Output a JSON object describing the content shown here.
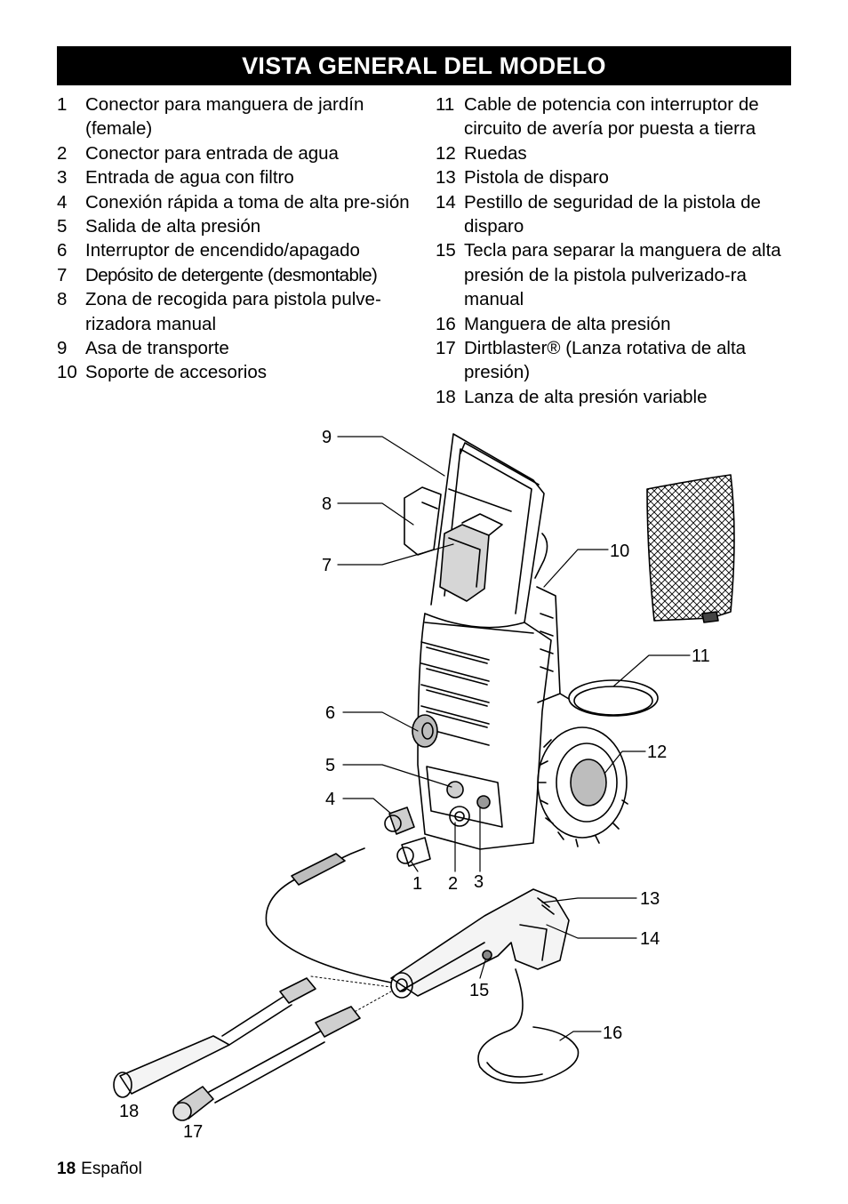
{
  "title": "VISTA GENERAL DEL MODELO",
  "items_left": [
    {
      "num": "1",
      "text": "Conector para manguera de jardín (female)"
    },
    {
      "num": "2",
      "text": "Conector para entrada de agua"
    },
    {
      "num": "3",
      "text": "Entrada de agua con filtro"
    },
    {
      "num": "4",
      "text": "Conexión rápida a toma de alta pre-sión"
    },
    {
      "num": "5",
      "text": "Salida de alta presión"
    },
    {
      "num": "6",
      "text": "Interruptor de encendido/apagado"
    },
    {
      "num": "7",
      "text": "Depósito de detergente (desmontable)"
    },
    {
      "num": "8",
      "text": "Zona de recogida para pistola pulve-rizadora manual"
    },
    {
      "num": "9",
      "text": "Asa de transporte"
    },
    {
      "num": "10",
      "text": "Soporte de accesorios"
    }
  ],
  "items_right": [
    {
      "num": "11",
      "text": "Cable de potencia con interruptor de circuito de avería por puesta a tierra"
    },
    {
      "num": "12",
      "text": "Ruedas"
    },
    {
      "num": "13",
      "text": "Pistola de disparo"
    },
    {
      "num": "14",
      "text": "Pestillo de seguridad de la pistola de disparo"
    },
    {
      "num": "15",
      "text": "Tecla para separar la manguera de alta presión de la pistola pulverizado-ra manual"
    },
    {
      "num": "16",
      "text": "Manguera de alta presión"
    },
    {
      "num": "17",
      "text": "Dirtblaster® (Lanza rotativa de alta presión)"
    },
    {
      "num": "18",
      "text": "Lanza de alta presión variable"
    }
  ],
  "callouts": [
    "1",
    "2",
    "3",
    "4",
    "5",
    "6",
    "7",
    "8",
    "9",
    "10",
    "11",
    "12",
    "13",
    "14",
    "15",
    "16",
    "17",
    "18"
  ],
  "footer": {
    "page": "18",
    "language": "Español"
  }
}
